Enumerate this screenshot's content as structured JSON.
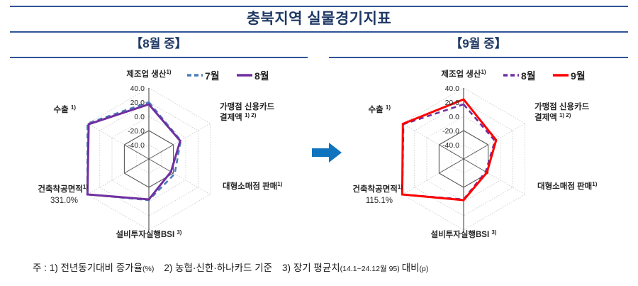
{
  "document": {
    "title": "충북지역 실물경기지표"
  },
  "panels": [
    {
      "id": "august",
      "header": "【8월 중】"
    },
    {
      "id": "september",
      "header": "【9월 중】"
    }
  ],
  "arrow": {
    "icon": "arrow-right-icon",
    "color": "#1073bd"
  },
  "colors": {
    "title_blue": "#1f3864",
    "rule_blue": "#2f5496",
    "series_jul": "#4a7ebb",
    "series_aug": "#7030a0",
    "series_sep": "#ff0000",
    "grid_gray": "#595959",
    "grid_light": "#bfbfbf",
    "arrow_blue": "#1073bd"
  },
  "footnote": {
    "prefix": "주 : ",
    "note1_num": "1) ",
    "note1": "전년동기대비 증가율",
    "note1_unit": "(%)",
    "note2_num": "2) ",
    "note2": "농협·신한·하나카드 기준",
    "note3_num": "3) ",
    "note3": "장기 평균치",
    "note3_range": "(14.1~24.12월 95) ",
    "note3_tail": "대비",
    "note3_unit": "(p)"
  },
  "chart_data": [
    {
      "id": "chart-august",
      "type": "radar",
      "title": "【8월 중】",
      "categories": [
        "제조업 생산1)",
        "가맹점 신용카드 결제액 1)2)",
        "대형소매점 판매1)",
        "설비투자실행BSI 3)",
        "건축착공면적1)",
        "수출 1)"
      ],
      "category_labels": [
        {
          "text": "제조업 생산",
          "sup": "1)"
        },
        {
          "text": "가맹점 신용카드",
          "text2": "결제액 ",
          "sup": "1) 2)"
        },
        {
          "text": "대형소매점 판매",
          "sup": "1)"
        },
        {
          "text": "설비투자실행BSI ",
          "sup": "3)"
        },
        {
          "text": "건축착공면적",
          "sup": "1)",
          "value_label": "331.0%"
        },
        {
          "text": "수출 ",
          "sup": "1)"
        }
      ],
      "tick_labels": [
        "40.0",
        "20.0",
        "0.0",
        "-20.0",
        "-40.0"
      ],
      "rmin": -60.0,
      "rmax": 40.0,
      "grid": true,
      "legend_position": "top-right",
      "series": [
        {
          "name": "7월",
          "style": "dashed",
          "color": "#4a7ebb",
          "values": [
            20.0,
            -8.0,
            -18.0,
            -2.0,
            40.0,
            40.0
          ]
        },
        {
          "name": "8월",
          "style": "solid",
          "color": "#7030a0",
          "values": [
            17.0,
            -9.0,
            -24.0,
            -3.0,
            40.0,
            38.0
          ]
        }
      ]
    },
    {
      "id": "chart-september",
      "type": "radar",
      "title": "【9월 중】",
      "categories": [
        "제조업 생산1)",
        "가맹점 신용카드 결제액 1)2)",
        "대형소매점 판매1)",
        "설비투자실행BSI 3)",
        "건축착공면적1)",
        "수출 1)"
      ],
      "category_labels": [
        {
          "text": "제조업 생산",
          "sup": "1)"
        },
        {
          "text": "가맹점 신용카드",
          "text2": "결제액 ",
          "sup": "1) 2)"
        },
        {
          "text": "대형소매점 판매",
          "sup": "1)"
        },
        {
          "text": "설비투자실행BSI ",
          "sup": "3)"
        },
        {
          "text": "건축착공면적",
          "sup": "1)",
          "value_label": "115.1%"
        },
        {
          "text": "수출 ",
          "sup": "1)"
        }
      ],
      "tick_labels": [
        "40.0",
        "20.0",
        "0.0",
        "-20.0",
        "-40.0"
      ],
      "rmin": -60.0,
      "rmax": 40.0,
      "grid": true,
      "legend_position": "top-right",
      "series": [
        {
          "name": "8월",
          "style": "dashed",
          "color": "#7030a0",
          "values": [
            17.0,
            -9.0,
            -24.0,
            -3.0,
            40.0,
            38.0
          ]
        },
        {
          "name": "9월",
          "style": "solid",
          "color": "#ff0000",
          "values": [
            24.0,
            -7.0,
            -22.0,
            -2.0,
            40.0,
            39.0
          ]
        }
      ]
    }
  ]
}
